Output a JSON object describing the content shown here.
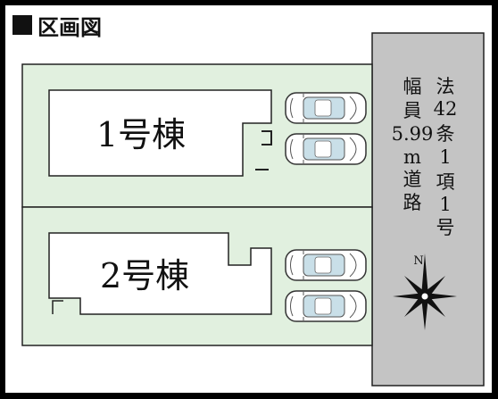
{
  "title": "区画図",
  "colors": {
    "lot": "#e1f0df",
    "road": "#c4c4c4",
    "outline": "#222222",
    "car_glass": "#c9dfe8"
  },
  "buildings": [
    {
      "label": "1号棟"
    },
    {
      "label": "2号棟"
    }
  ],
  "road": {
    "col1": [
      "法",
      "42",
      "条",
      "1",
      "項",
      "1",
      "号"
    ],
    "col2": [
      "幅",
      "員",
      "5.99",
      "m",
      "道",
      "路"
    ]
  },
  "compass": {
    "north_label": "N"
  }
}
